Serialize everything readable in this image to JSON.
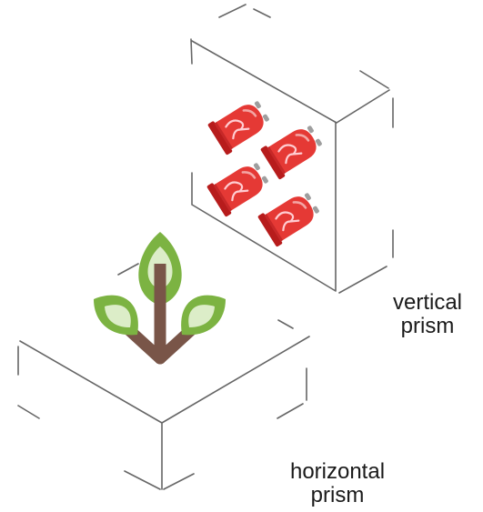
{
  "labels": {
    "vertical": {
      "line1": "vertical",
      "line2": "prism"
    },
    "horizontal": {
      "line1": "horizontal",
      "line2": "prism"
    }
  },
  "icons": {
    "led": "red-led-icon",
    "plant": "plant-sprout-icon"
  },
  "colors": {
    "edge": "#666666",
    "led_body": "#e53935",
    "led_dark": "#b71c1c",
    "leaf_outer": "#7cb342",
    "leaf_inner": "#dcedc8",
    "stem": "#795548"
  }
}
